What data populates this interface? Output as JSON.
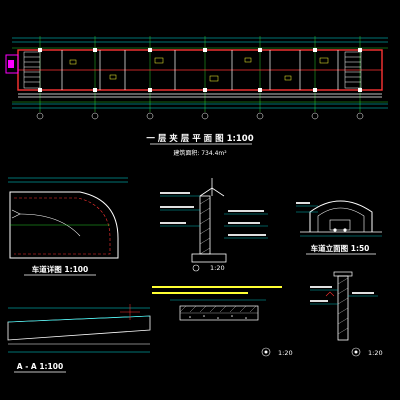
{
  "drawing": {
    "colors": {
      "background": "#000000",
      "wall": "#ff3333",
      "outline": "#ffffff",
      "grid": "#33ff33",
      "dimension": "#00e5e5",
      "accent": "#ff00ff",
      "text": "#ffffff",
      "hatch": "#e0e0e0",
      "note": "#ffff33"
    },
    "plan": {
      "title": "一 层 夹 层 平 面 图 1:100",
      "area_label": "建筑面积: 734.4m²"
    },
    "ramp_plan": {
      "title": "车道详图 1:100"
    },
    "section_aa": {
      "title": "A - A  1:100"
    },
    "wall_section": {
      "scale_tag": "1:20"
    },
    "elevation": {
      "title": "车道立面图 1:50"
    },
    "detail_left": {
      "scale_tag": "1:20"
    },
    "detail_right": {
      "scale_tag": "1:20"
    }
  }
}
